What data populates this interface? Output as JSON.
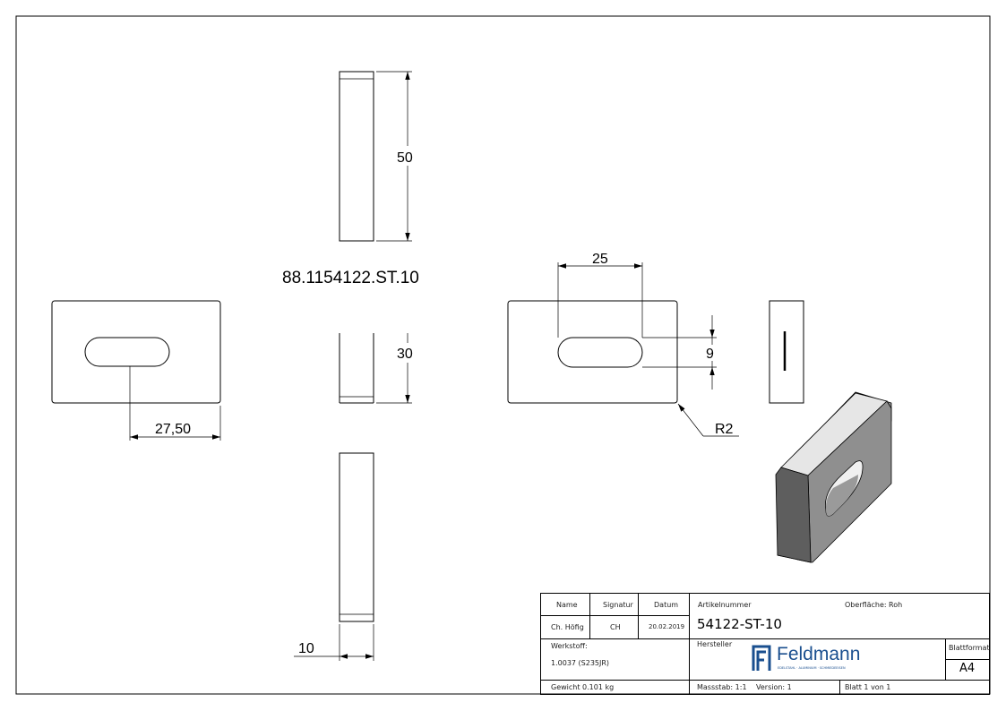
{
  "drawing": {
    "part_label": "88.1154122.ST.10",
    "dimensions": {
      "height_top": "50",
      "height_mid": "30",
      "thickness": "10",
      "slot_offset": "27,50",
      "slot_length": "25",
      "slot_width": "9",
      "corner_radius": "R2"
    }
  },
  "title_block": {
    "name_header": "Name",
    "signature_header": "Signatur",
    "date_header": "Datum",
    "name": "Ch. Höfig",
    "signature": "CH",
    "date": "20.02.2019",
    "article_label": "Artikelnummer",
    "surface_label": "Oberfläche:",
    "surface_value": "Roh",
    "article_number": "54122-ST-10",
    "material_label": "Werkstoff:",
    "material_value": "1.0037 (S235JR)",
    "manufacturer_label": "Hersteller",
    "brand": "Feldmann",
    "brand_tagline": "EDELSTAHL · ALUMINIUM · SCHMIEDEEISEN",
    "format_label": "Blattformat",
    "format_value": "A4",
    "weight": "Gewicht 0.101 kg",
    "scale": "Massstab: 1:1",
    "version": "Version: 1",
    "sheet": "Blatt 1 von 1",
    "brand_color": "#1a4f8f"
  }
}
